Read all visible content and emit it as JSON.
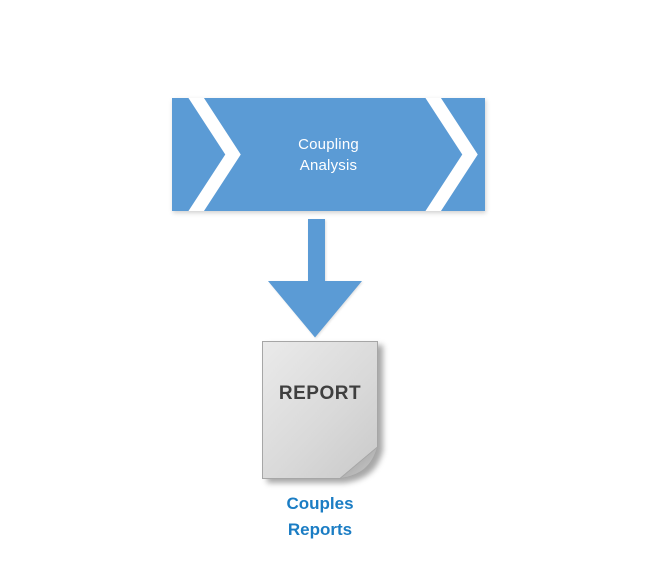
{
  "banner": {
    "label": "Coupling\nAnalysis"
  },
  "document": {
    "label": "REPORT"
  },
  "caption": {
    "label": "Couples\nReports"
  },
  "icons": {
    "banner": "chevron-right-banner-icon",
    "arrow": "arrow-down-icon",
    "document": "folded-page-icon"
  },
  "colors": {
    "accent_blue": "#5B9BD5",
    "caption_blue": "#1B7DC4",
    "page_gray_light": "#EAEAEA",
    "page_gray_dark": "#CBCBCB",
    "report_text": "#3F3F3F",
    "page_border": "#A6A6A6"
  }
}
